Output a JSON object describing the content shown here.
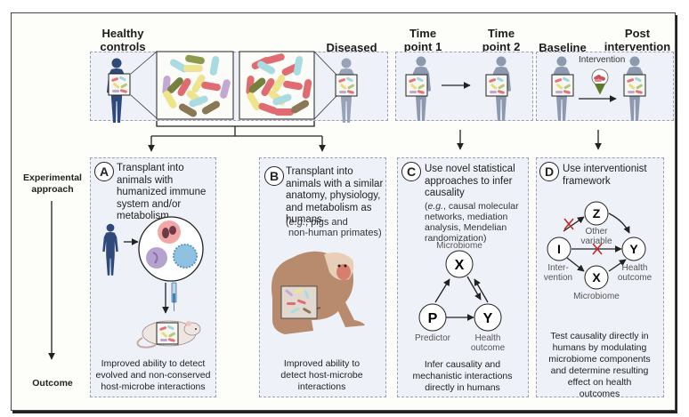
{
  "headers": {
    "healthy": "Healthy\ncontrols",
    "diseased": "Diseased",
    "time1": "Time\npoint 1",
    "time2": "Time\npoint 2",
    "baseline": "Baseline",
    "post": "Post\nintervention"
  },
  "top": {
    "intervention_label": "Intervention"
  },
  "side": {
    "experimental": "Experimental\napproach",
    "outcome": "Outcome"
  },
  "panels": [
    {
      "letter": "A",
      "title": "Transplant into\nanimals with\nhumanized immune\nsystem and/or\nmetabolism",
      "example": "",
      "outcome": "Improved ability to detect\nevolved and non-conserved\nhost-microbe interactions"
    },
    {
      "letter": "B",
      "title": "Transplant into\nanimals with a similar\nanatomy, physiology,\nand metabolism as\nhumans",
      "example": "(e.g., pigs and\n non-human primates)",
      "outcome": "Improved ability to\ndetect host-microbe\ninteractions"
    },
    {
      "letter": "C",
      "title": "Use novel statistical\napproaches to infer\ncausality",
      "example": "(e.g., causal molecular\nnetworks, mediation\nanalysis, Mendelian\nrandomization)",
      "outcome": "Infer causality and\nmechanistic interactions\ndirectly in humans",
      "diagram": {
        "nodes": [
          {
            "id": "X",
            "label": "Microbiome"
          },
          {
            "id": "P",
            "label": "Predictor"
          },
          {
            "id": "Y",
            "label": "Health\noutcome"
          }
        ],
        "edges": [
          [
            "P",
            "X"
          ],
          [
            "P",
            "Y"
          ],
          [
            "X",
            "Y"
          ],
          [
            "Y",
            "X"
          ]
        ]
      }
    },
    {
      "letter": "D",
      "title": "Use interventionist\nframework",
      "example": "",
      "outcome": "Test causality directly in\nhumans by modulating\nmicrobiome components\nand determine resulting\neffect on health\noutcomes",
      "diagram": {
        "nodes": [
          {
            "id": "Z",
            "label": "Other\nvariable"
          },
          {
            "id": "I",
            "label": "Inter-\nvention"
          },
          {
            "id": "Y",
            "label": "Health\noutcome"
          },
          {
            "id": "X",
            "label": "Microbiome"
          }
        ],
        "edges": [
          {
            "from": "I",
            "to": "Z",
            "blocked": true
          },
          {
            "from": "Z",
            "to": "Y",
            "blocked": false
          },
          {
            "from": "I",
            "to": "Y",
            "blocked": true
          },
          {
            "from": "I",
            "to": "X",
            "blocked": false
          },
          {
            "from": "X",
            "to": "Y",
            "blocked": false
          }
        ]
      }
    }
  ],
  "colors": {
    "panel_bg": "#eef1f8",
    "panel_border": "#9aa3b5",
    "human_dark": "#2f4a7a",
    "human_gray": "#8d99ae",
    "block_x": "#c0292b",
    "intervention_arrow": "#5e7a2a"
  }
}
